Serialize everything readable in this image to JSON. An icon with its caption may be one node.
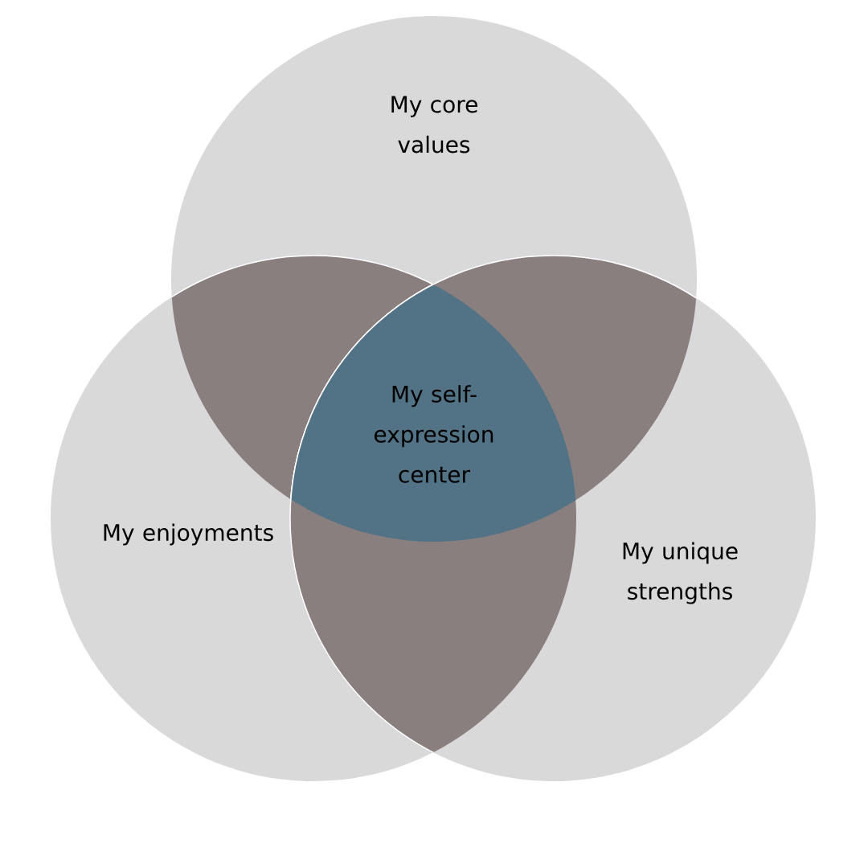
{
  "diagram": {
    "nodes": [
      {
        "text": [
          "My core values"
        ]
      },
      {
        "text": [
          "My enjoyments"
        ]
      },
      {
        "text": [
          "My unique strengths"
        ]
      },
      {
        "text": [
          "My self-expression center"
        ]
      }
    ]
  }
}
